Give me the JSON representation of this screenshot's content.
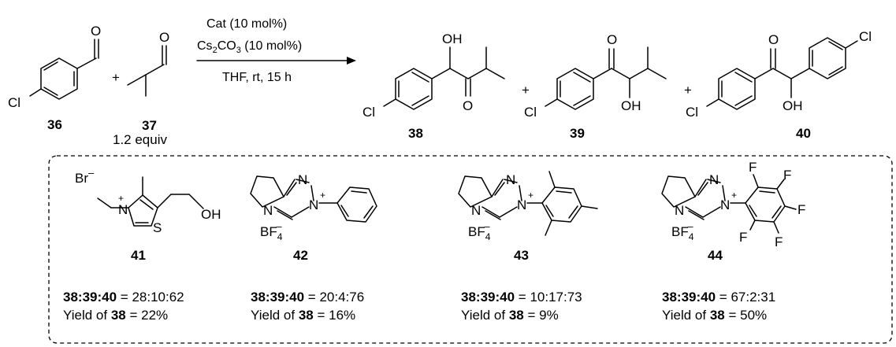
{
  "scheme": {
    "plus": "+",
    "reagent_equiv": "1.2 equiv",
    "conditions": {
      "line1": "Cat (10 mol%)",
      "line2_prefix": "Cs",
      "line2_sub1": "2",
      "line2_mid": "CO",
      "line2_sub2": "3",
      "line2_suffix": " (10 mol%)",
      "line3": "THF, rt, 15 h"
    },
    "compounds": [
      {
        "id": "36"
      },
      {
        "id": "37"
      },
      {
        "id": "38"
      },
      {
        "id": "39"
      },
      {
        "id": "40"
      }
    ],
    "atoms": {
      "O": "O",
      "OH": "OH",
      "Cl": "Cl",
      "N": "N",
      "S": "S",
      "F": "F",
      "Br": "Br",
      "BF": "BF",
      "four": "4",
      "minus": "–",
      "plus_charge": "+"
    }
  },
  "catalysts": [
    {
      "id": "41",
      "ratio_label": "38:39:40",
      "ratio_value": "= 28:10:62",
      "yield_prefix": "Yield of",
      "yield_cpd": "38",
      "yield_value": "= 22%"
    },
    {
      "id": "42",
      "ratio_label": "38:39:40",
      "ratio_value": "= 20:4:76",
      "yield_prefix": "Yield of",
      "yield_cpd": "38",
      "yield_value": "= 16%"
    },
    {
      "id": "43",
      "ratio_label": "38:39:40",
      "ratio_value": "= 10:17:73",
      "yield_prefix": "Yield of",
      "yield_cpd": "38",
      "yield_value": "= 9%"
    },
    {
      "id": "44",
      "ratio_label": "38:39:40",
      "ratio_value": "= 67:2:31",
      "yield_prefix": "Yield of",
      "yield_cpd": "38",
      "yield_value": "= 50%"
    }
  ]
}
